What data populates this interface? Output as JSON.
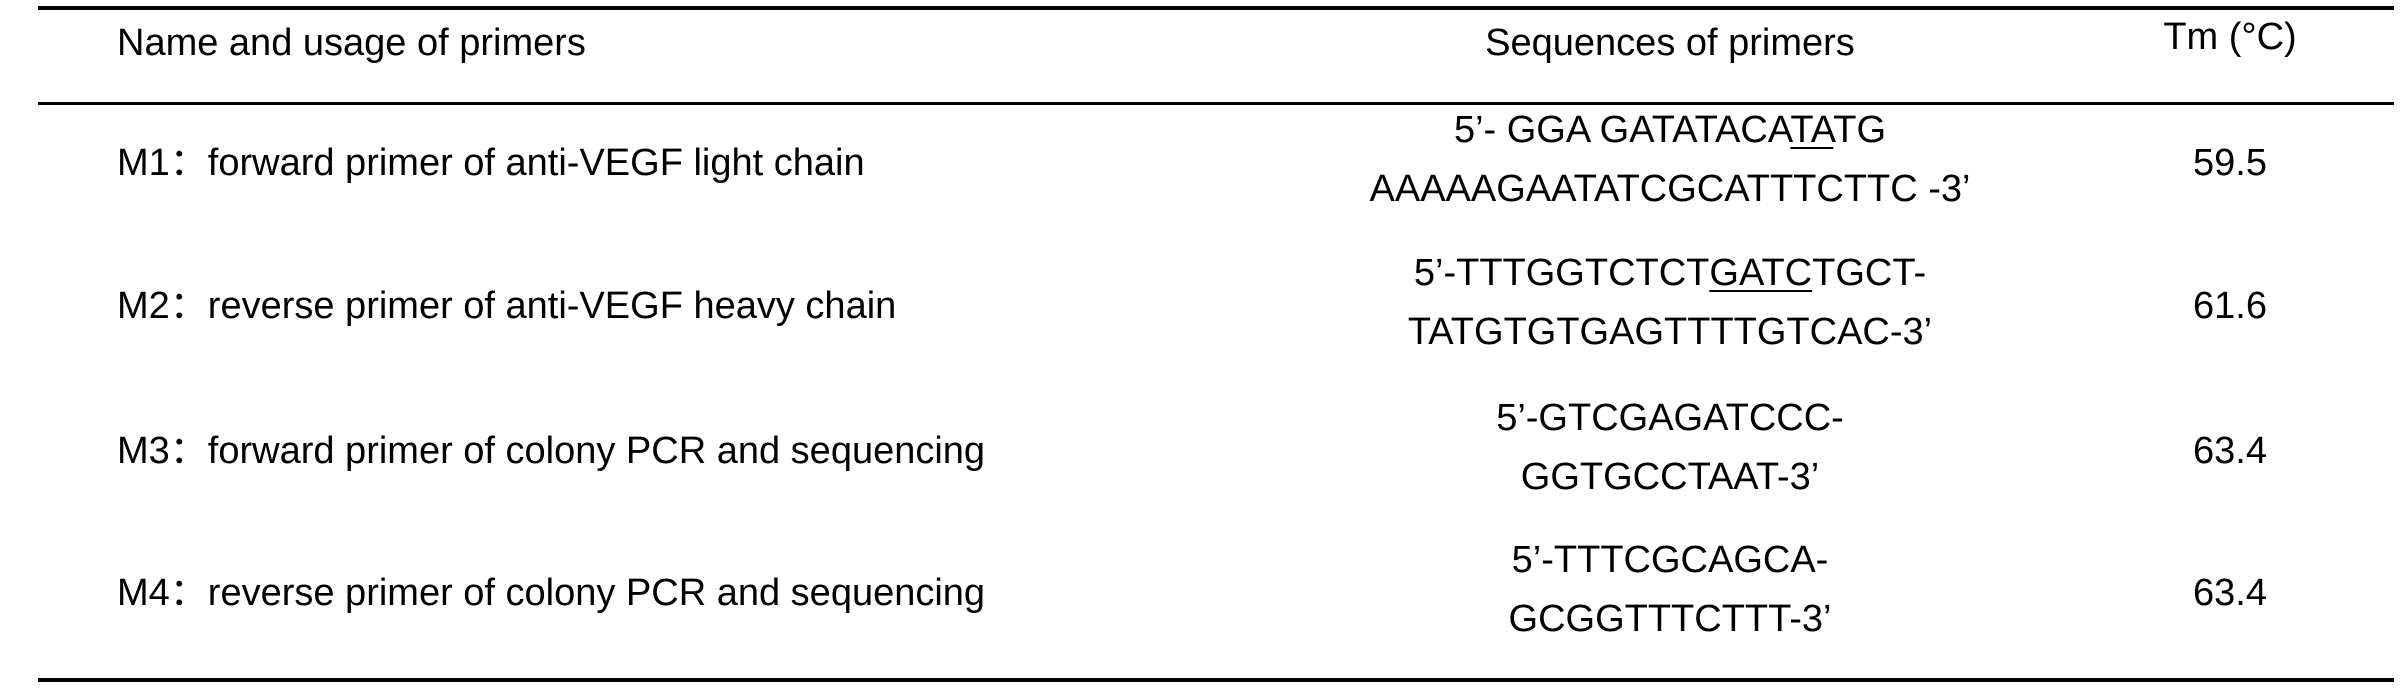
{
  "header": {
    "name": "Name and usage of primers",
    "sequence": "Sequences of primers",
    "tm": "Tm (°C)"
  },
  "rows": [
    {
      "name": "M1：forward primer of anti-VEGF light chain",
      "seq1_a": "5’- GGA GATATACA",
      "seq1_u": "TA",
      "seq1_b": "TG",
      "seq2": "AAAAAGAATATCGCATTTCTTC -3’",
      "tm": "59.5"
    },
    {
      "name": "M2：reverse primer of anti-VEGF heavy chain",
      "seq1_a": "5’-TTTGGTCTCT",
      "seq1_u": "GATC",
      "seq1_b": "TGCT-",
      "seq2": "TATGTGTGAGTTTTGTCAC-3’",
      "tm": "61.6"
    },
    {
      "name": "M3：forward primer of colony PCR and sequencing",
      "seq1_a": "5’-GTCGAGATCCC-",
      "seq1_u": "",
      "seq1_b": "",
      "seq2": "GGTGCCTAAT-3’",
      "tm": "63.4"
    },
    {
      "name": "M4：reverse primer of colony PCR and sequencing",
      "seq1_a": "5’-TTTCGCAGCA-",
      "seq1_u": "",
      "seq1_b": "",
      "seq2": "GCGGTTTCTTT-3’",
      "tm": "63.4"
    }
  ]
}
